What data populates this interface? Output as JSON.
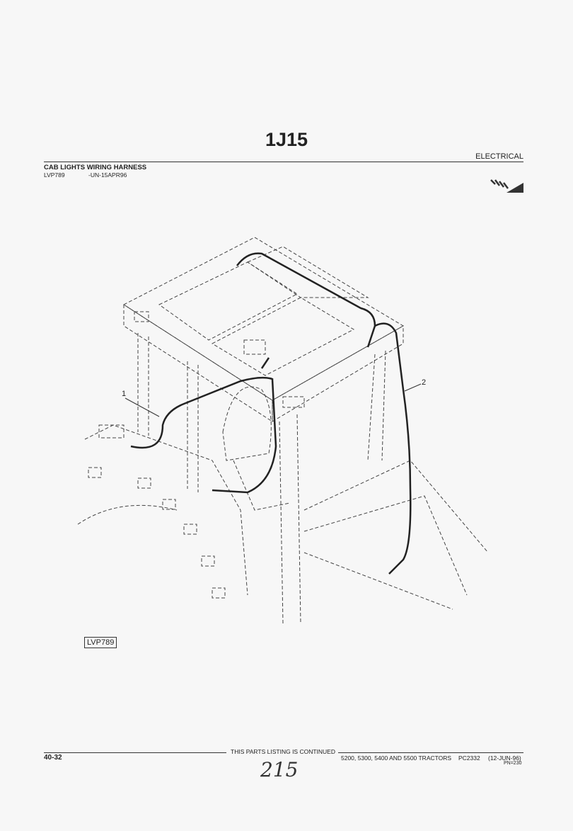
{
  "header": {
    "code": "1J15",
    "section": "ELECTRICAL",
    "title": "CAB LIGHTS WIRING HARNESS",
    "ref": "LVP789",
    "ref_date": "-UN-15APR96",
    "continue_icon": "continue-arrow-icon"
  },
  "figure": {
    "callouts": [
      "1",
      "2"
    ],
    "figure_id": "LVP789"
  },
  "footer": {
    "page": "40-32",
    "continued": "THIS PARTS LISTING IS CONTINUED",
    "models": "5200, 5300, 5400 AND 5500 TRACTORS",
    "catalog": "PC2332",
    "date": "(12-JUN-96)",
    "pn": "PN=230",
    "handwritten": "215"
  }
}
